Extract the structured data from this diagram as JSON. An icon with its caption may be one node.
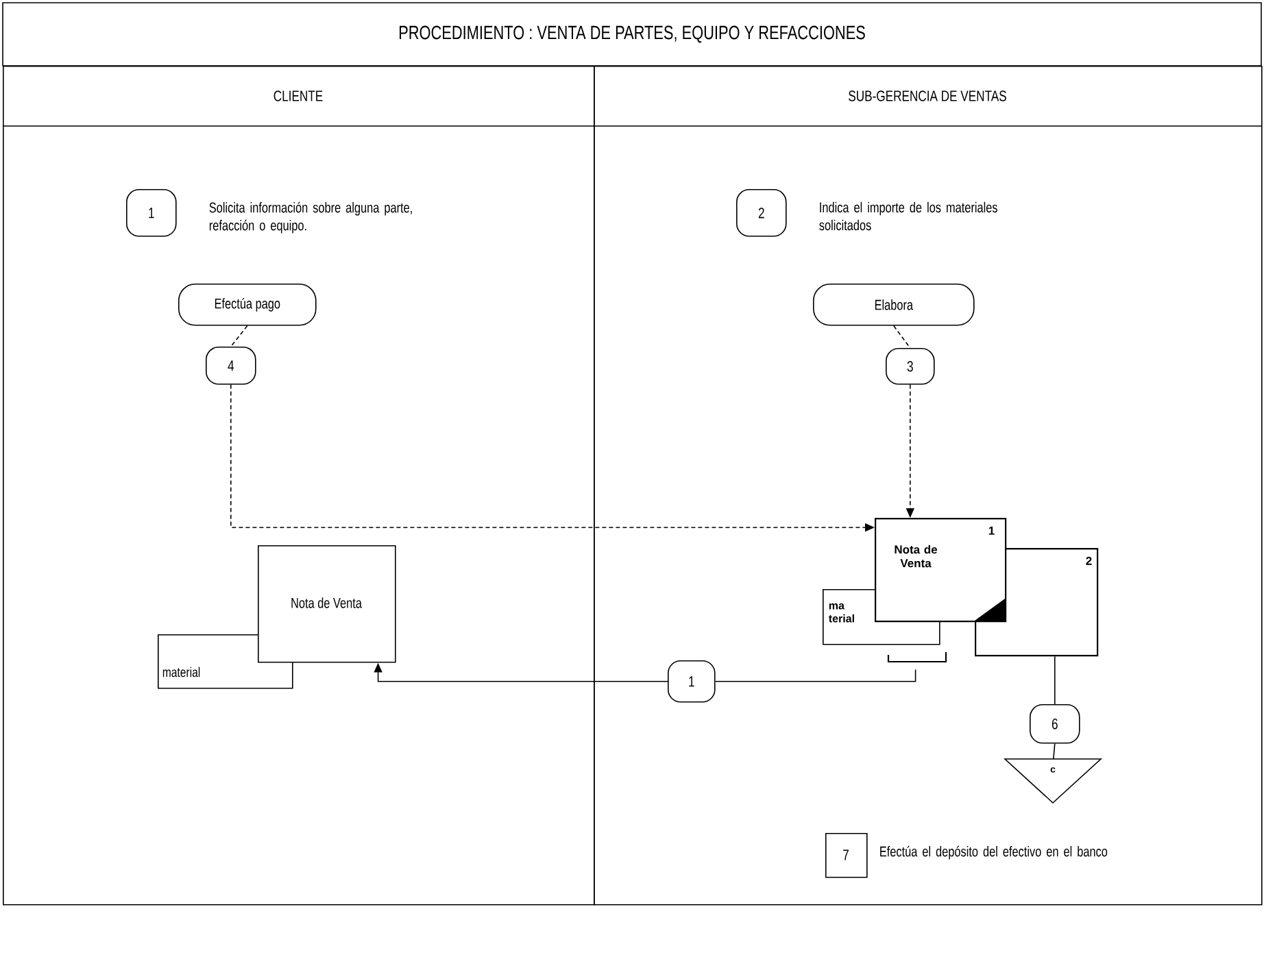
{
  "diagram": {
    "title": "PROCEDIMIENTO : VENTA DE PARTES, EQUIPO Y REFACCIONES",
    "nodes": [
      {
        "text": [
          "CLIENTE"
        ]
      },
      {
        "text": [
          "SUB-GERENCIA DE VENTAS"
        ]
      },
      {
        "text": [
          "1"
        ],
        "in": 0,
        "beside": [
          "Solicita información sobre alguna parte, refacción o equipo."
        ]
      },
      {
        "text": [
          "2"
        ],
        "in": 1,
        "beside": [
          "Indica el importe de los materiales solicitados"
        ]
      },
      {
        "text": [
          "Efectúa pago"
        ],
        "in": 0
      },
      {
        "text": [
          "4"
        ],
        "in": 0
      },
      {
        "text": [
          "Elabora"
        ],
        "in": 1
      },
      {
        "text": [
          "3"
        ],
        "in": 1
      },
      {
        "text": [
          "Nota de Venta"
        ],
        "in": 0
      },
      {
        "text": [
          "material"
        ],
        "in": 0
      },
      {
        "text": [
          "Nota de Venta",
          "1"
        ],
        "in": 1
      },
      {
        "text": [
          "ma terial"
        ],
        "in": 1
      },
      {
        "text": [
          "2"
        ],
        "in": 1
      },
      {
        "text": [
          "1"
        ],
        "in": 1
      },
      {
        "text": [
          "6"
        ],
        "in": 1
      },
      {
        "text": [
          "c"
        ],
        "in": 1
      },
      {
        "text": [
          "7"
        ],
        "in": 1,
        "beside": [
          "Efectúa el depósito del efectivo en el banco"
        ]
      }
    ],
    "edges": [
      {
        "from": 4,
        "to": 5,
        "arrow": "none",
        "style": "dashed"
      },
      {
        "from": 5,
        "to": 10,
        "arrow": "to",
        "style": "dashed"
      },
      {
        "from": 6,
        "to": 7,
        "arrow": "none",
        "style": "dashed"
      },
      {
        "from": 7,
        "to": 10,
        "arrow": "to",
        "style": "dashed"
      },
      {
        "from": 11,
        "to": 13,
        "arrow": "none"
      },
      {
        "from": 13,
        "to": 8,
        "arrow": "to"
      },
      {
        "from": 12,
        "to": 14,
        "arrow": "none"
      },
      {
        "from": 14,
        "to": 15,
        "arrow": "none"
      }
    ]
  }
}
